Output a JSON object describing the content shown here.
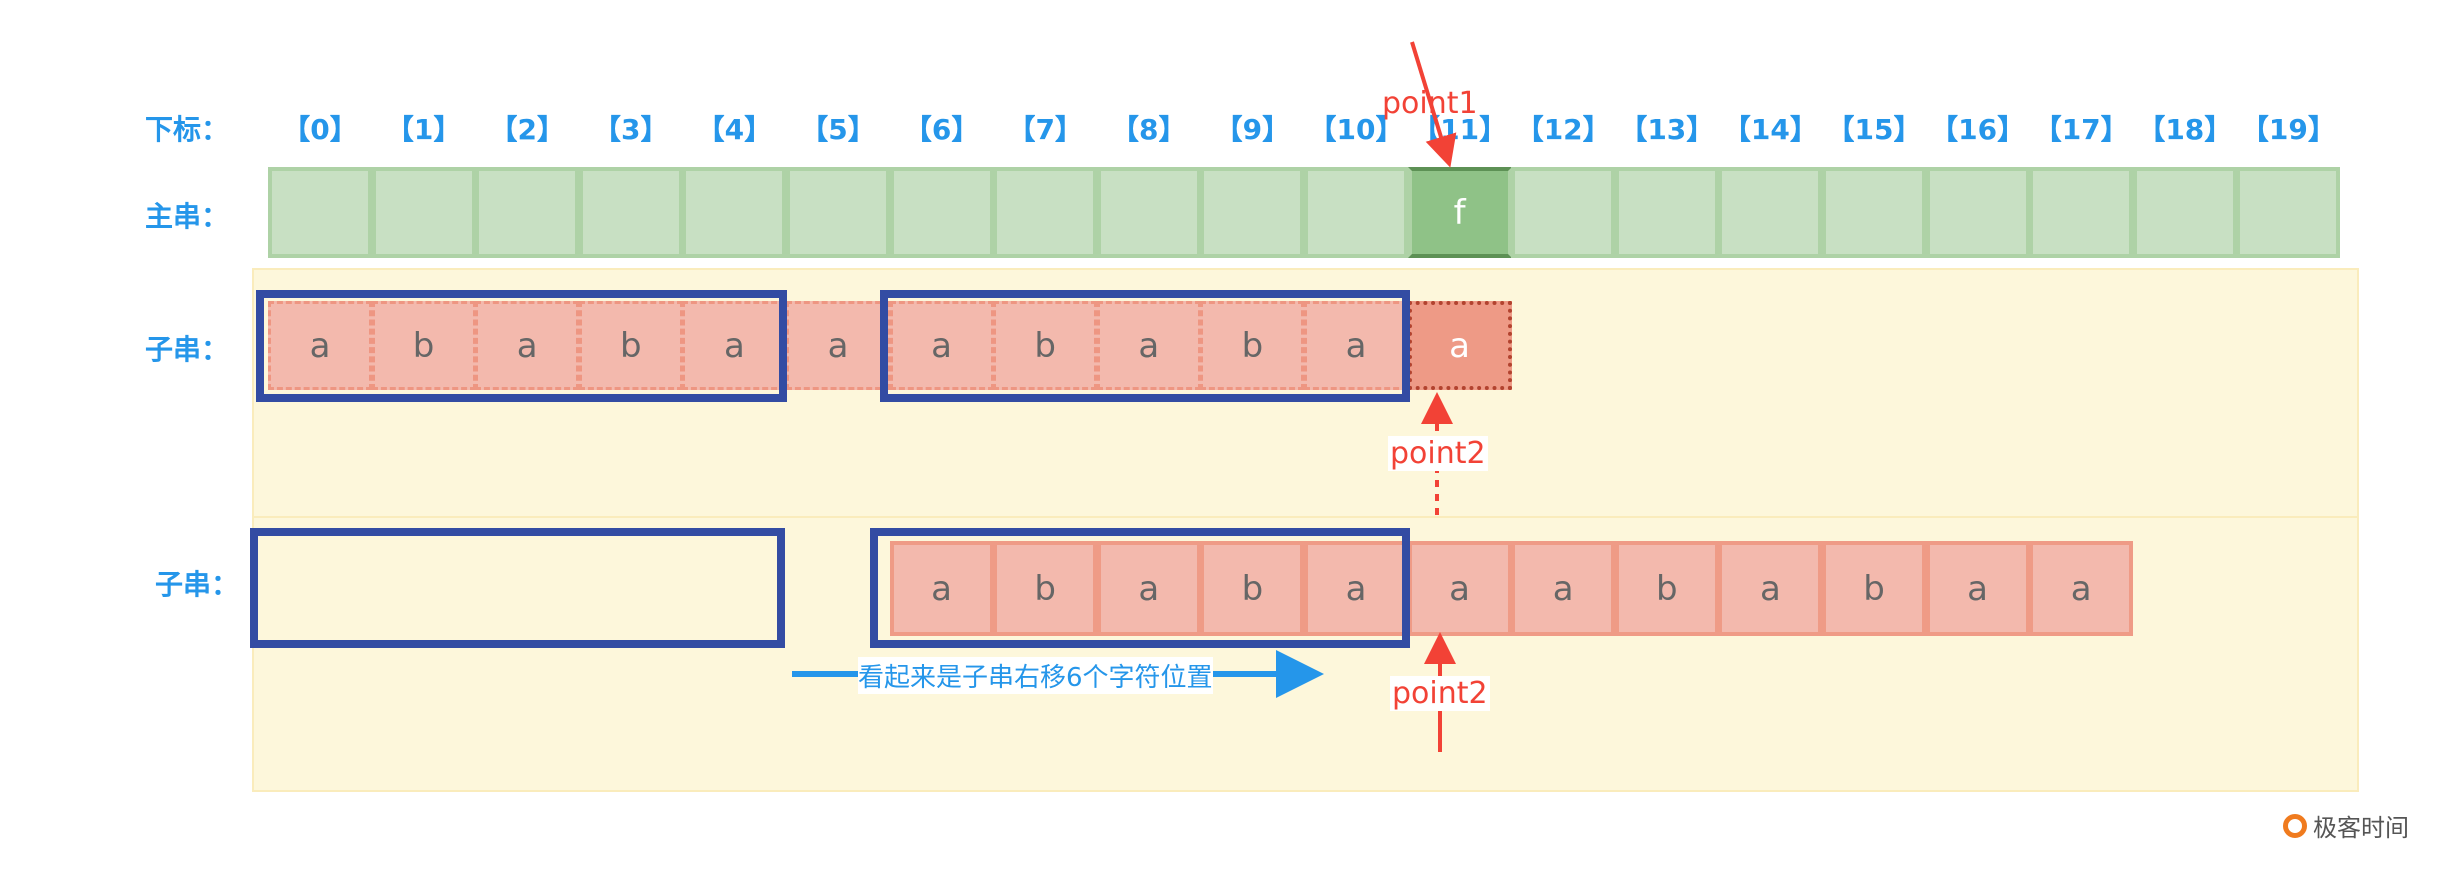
{
  "labels": {
    "index": "下标：",
    "main": "主串：",
    "sub1": "子串：",
    "sub2": "子串："
  },
  "indices": [
    "【0】",
    "【1】",
    "【2】",
    "【3】",
    "【4】",
    "【5】",
    "【6】",
    "【7】",
    "【8】",
    "【9】",
    "【10】",
    "【11】",
    "【12】",
    "【13】",
    "【14】",
    "【15】",
    "【16】",
    "【17】",
    "【18】",
    "【19】"
  ],
  "main_string": {
    "cells": [
      "",
      "",
      "",
      "",
      "",
      "",
      "",
      "",
      "",
      "",
      "",
      "f",
      "",
      "",
      "",
      "",
      "",
      "",
      "",
      ""
    ],
    "highlight_index": 11
  },
  "sub_row1": {
    "cells": [
      "a",
      "b",
      "a",
      "b",
      "a",
      "a",
      "a",
      "b",
      "a",
      "b",
      "a",
      "a"
    ],
    "highlight_index": 11
  },
  "sub_row2": {
    "start_index": 6,
    "cells": [
      "a",
      "b",
      "a",
      "b",
      "a",
      "a",
      "a",
      "b",
      "a",
      "b",
      "a",
      "a"
    ]
  },
  "pointers": {
    "point1": "point1",
    "point2_top": "point2",
    "point2_bottom": "point2"
  },
  "annotation": "看起来是子串右移6个字符位置",
  "logo": "极客时间",
  "colors": {
    "blue_text": "#2596ea",
    "red": "#f24236",
    "box": "#334ca3",
    "main_cell": "#c8e0c3",
    "sub_cell": "#f3b9ad"
  }
}
